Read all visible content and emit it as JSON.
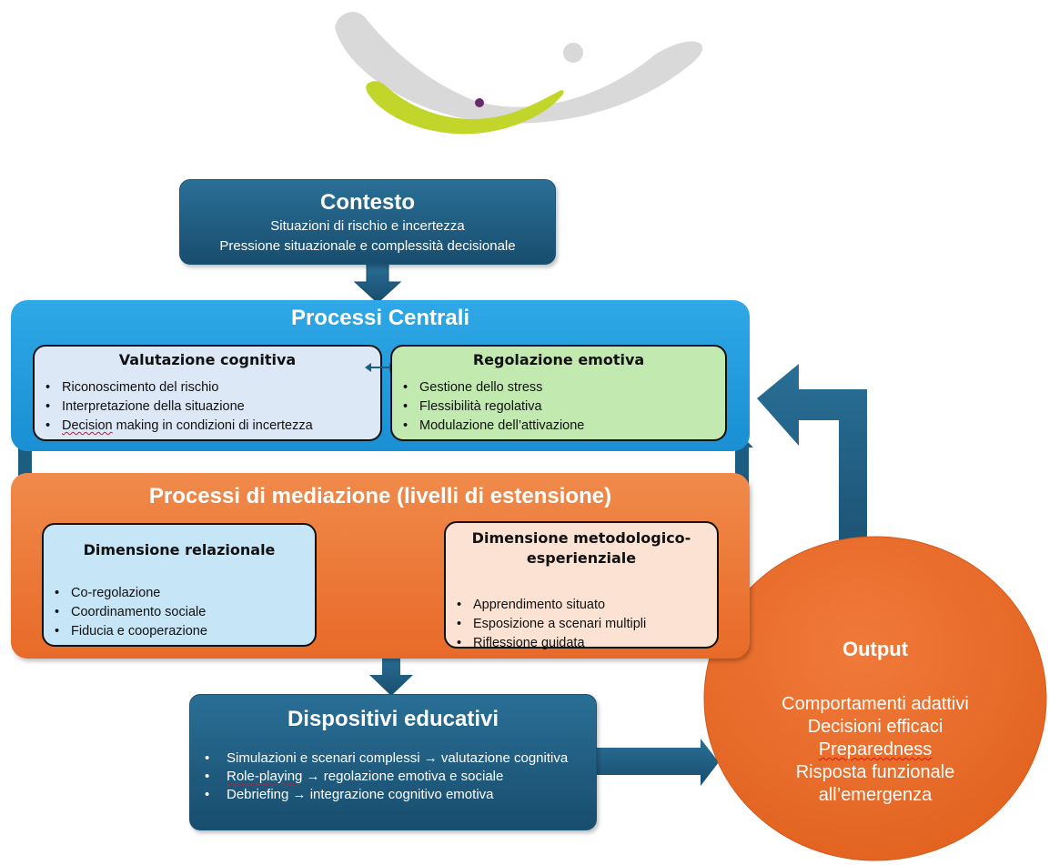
{
  "colors": {
    "dark_teal": "#1f5f85",
    "blue": "#1f9ce0",
    "orange": "#ea7132",
    "light_blue": "#dde8f7",
    "light_green": "#c2eab0",
    "pale_blue": "#c6e5f7",
    "peach": "#fbe2d2",
    "logo_gray": "#d9d9d9",
    "logo_green": "#c2d52a",
    "logo_purple": "#6a2a6f"
  },
  "contesto": {
    "title": "Contesto",
    "lines": [
      "Situazioni di rischio e incertezza",
      "Pressione situazionale e complessità decisionale"
    ]
  },
  "processi_centrali": {
    "title": "Processi Centrali",
    "valutazione": {
      "title": "Valutazione cognitiva",
      "items": [
        "Riconoscimento del rischio",
        "Interpretazione della situazione",
        "Decision",
        " making in condizioni di incertezza"
      ]
    },
    "regolazione": {
      "title": "Regolazione emotiva",
      "items": [
        "Gestione dello stress",
        "Flessibilità regolativa",
        "Modulazione dell’attivazione"
      ]
    }
  },
  "processi_mediazione": {
    "title": "Processi di mediazione (livelli di estensione)",
    "relazionale": {
      "title": "Dimensione relazionale",
      "items": [
        "Co-regolazione",
        "Coordinamento sociale",
        "Fiducia e cooperazione"
      ]
    },
    "metodologico": {
      "title_line1": "Dimensione metodologico-",
      "title_line2": "esperienziale",
      "items": [
        "Apprendimento situato",
        "Esposizione a scenari multipli",
        "Riflessione guidata"
      ]
    }
  },
  "dispositivi": {
    "title": "Dispositivi educativi",
    "items": [
      {
        "pre": "",
        "squiggle": "",
        "post": "Simulazioni e scenari complessi → valutazione cognitiva"
      },
      {
        "pre": "",
        "squiggle": "Role-playing",
        "post": " → regolazione emotiva e sociale"
      },
      {
        "pre": "",
        "squiggle": "",
        "post": "Debriefing → integrazione cognitivo emotiva"
      }
    ]
  },
  "output": {
    "title": "Output",
    "lines": [
      "Comportamenti adattivi",
      "Decisioni efficaci",
      "Preparedness",
      "Risposta funzionale",
      "all’emergenza"
    ]
  }
}
